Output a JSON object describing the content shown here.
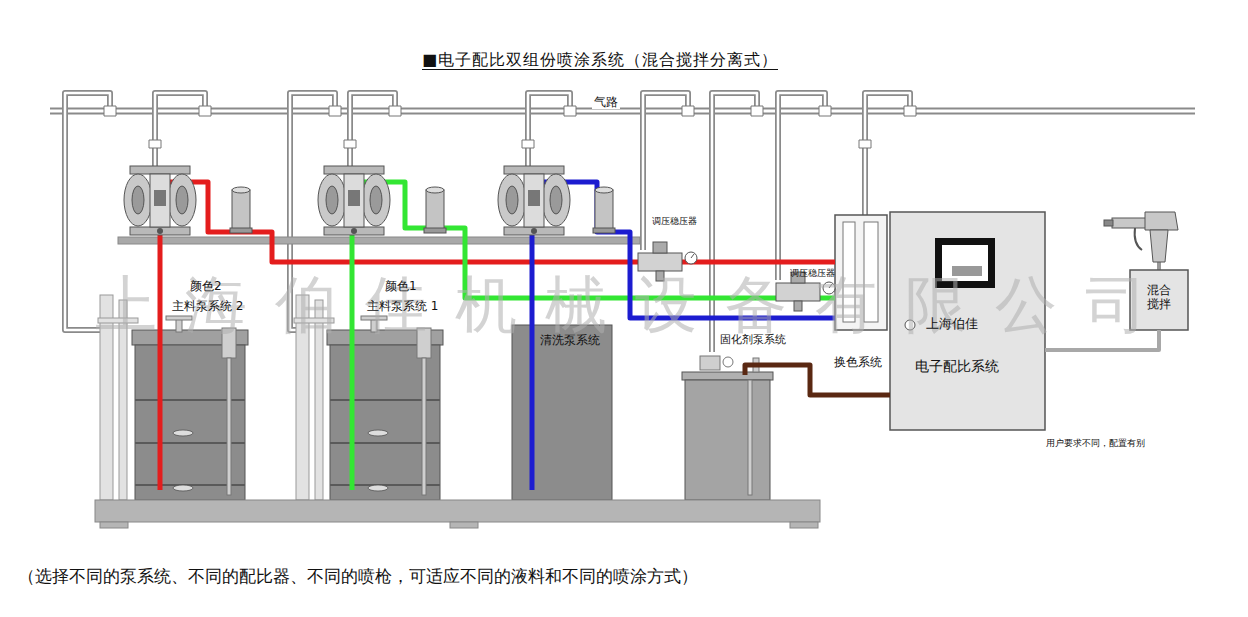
{
  "diagram": {
    "title": "■电子配比双组份喷涂系统（混合搅拌分离式）",
    "caption": "（选择不同的泵系统、不同的配比器、不同的喷枪，可适应不同的液料和不同的喷涂方式）",
    "nodes": [
      {
        "text": [
          "颜色2",
          "主料泵系统 2"
        ]
      },
      {
        "text": [
          "颜色1",
          "主料泵系统 1"
        ]
      },
      {
        "text": [
          "清洗泵系统"
        ]
      },
      {
        "text": [
          "固化剂泵系统"
        ]
      },
      {
        "text": [
          "换色系统"
        ]
      },
      {
        "text": [
          "上海伯佳",
          "电子配比系统"
        ]
      },
      {
        "text": [
          "混合 搅拌"
        ]
      }
    ],
    "edges": [
      {
        "from": 0,
        "to": 4,
        "arrow": "none"
      },
      {
        "from": 1,
        "to": 4,
        "arrow": "none"
      },
      {
        "from": 2,
        "to": 4,
        "arrow": "none"
      },
      {
        "from": 3,
        "to": 5,
        "arrow": "none"
      },
      {
        "from": 5,
        "to": 6,
        "arrow": "none"
      }
    ],
    "labels": [
      "气路",
      "调压稳压器",
      "调压稳压器",
      "用户要求不同，配置有别",
      "上海伯佳机械设备有限公司"
    ]
  }
}
